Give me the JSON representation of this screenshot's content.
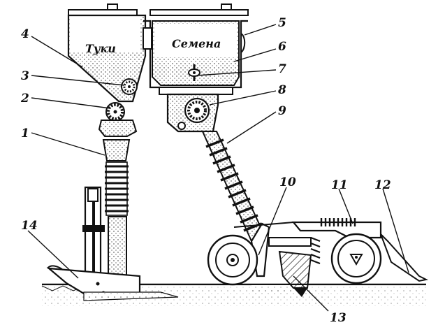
{
  "diagram": {
    "hopper_labels": {
      "fertilizer": "Туки",
      "seeds": "Семена"
    },
    "callouts": [
      "1",
      "2",
      "3",
      "4",
      "5",
      "6",
      "7",
      "8",
      "9",
      "10",
      "11",
      "12",
      "13",
      "14"
    ],
    "colors": {
      "ink": "#111111",
      "paper": "#ffffff"
    }
  }
}
